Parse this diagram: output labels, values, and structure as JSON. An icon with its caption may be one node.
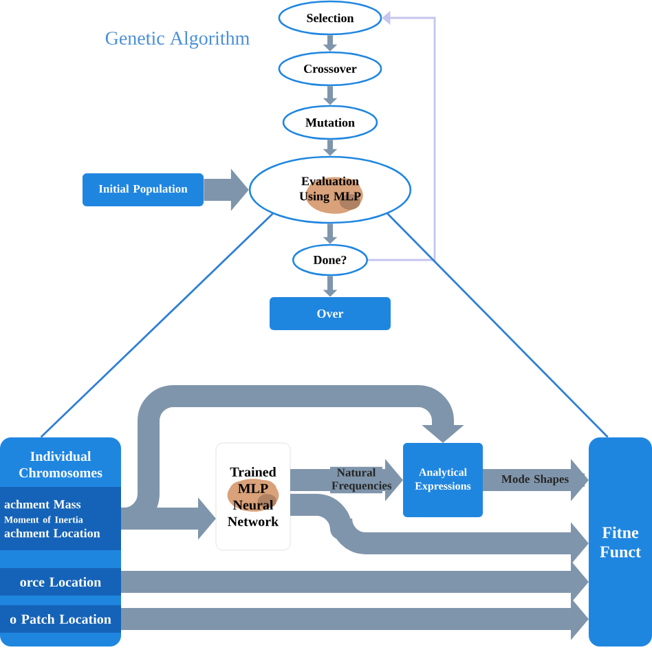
{
  "diagram": {
    "title": "Genetic Algorithm",
    "nodes": [
      {
        "text": [
          "Selection"
        ]
      },
      {
        "text": [
          "Crossover"
        ]
      },
      {
        "text": [
          "Mutation"
        ]
      },
      {
        "text": [
          "Evaluation Using MLP"
        ]
      },
      {
        "text": [
          "Initial Population"
        ]
      },
      {
        "text": [
          "Done?"
        ]
      },
      {
        "text": [
          "Over"
        ]
      },
      {
        "text": [
          "Individual Chromosomes"
        ]
      },
      {
        "text": [
          "achment Mass",
          "Moment of Inertia",
          "achment Location"
        ],
        "in": 7
      },
      {
        "text": [
          "orce Location"
        ],
        "in": 7
      },
      {
        "text": [
          "o Patch Location"
        ],
        "in": 7
      },
      {
        "text": [
          "Trained MLP Neural Network"
        ]
      },
      {
        "text": [
          "Analytical Expressions"
        ]
      },
      {
        "text": [
          "Fitne Funct"
        ]
      }
    ],
    "edges": [
      {
        "from": 0,
        "to": 1,
        "arrow": "to"
      },
      {
        "from": 1,
        "to": 2,
        "arrow": "to"
      },
      {
        "from": 2,
        "to": 3,
        "arrow": "to"
      },
      {
        "from": 4,
        "to": 3,
        "arrow": "to",
        "style": "thick"
      },
      {
        "from": 3,
        "to": 5,
        "arrow": "to"
      },
      {
        "from": 5,
        "to": 6,
        "arrow": "to"
      },
      {
        "from": 5,
        "to": 0,
        "arrow": "to",
        "color": "#c5c5f0"
      },
      {
        "from": 3,
        "to": 7,
        "arrow": "none",
        "color": "#2f7fd6"
      },
      {
        "from": 3,
        "to": 13,
        "arrow": "none",
        "color": "#2f7fd6"
      },
      {
        "from": 8,
        "to": 11,
        "arrow": "to",
        "style": "thick"
      },
      {
        "from": 8,
        "to": 12,
        "arrow": "to",
        "style": "thick"
      },
      {
        "from": 11,
        "to": 12,
        "arrow": "to",
        "style": "thick",
        "label": "Natural Frequencies"
      },
      {
        "from": 11,
        "to": 13,
        "arrow": "to",
        "style": "thick"
      },
      {
        "from": 12,
        "to": 13,
        "arrow": "to",
        "style": "thick",
        "label": "Mode Shapes"
      },
      {
        "from": 9,
        "to": 13,
        "arrow": "to",
        "style": "thick"
      },
      {
        "from": 10,
        "to": 13,
        "arrow": "to",
        "style": "thick"
      }
    ]
  }
}
